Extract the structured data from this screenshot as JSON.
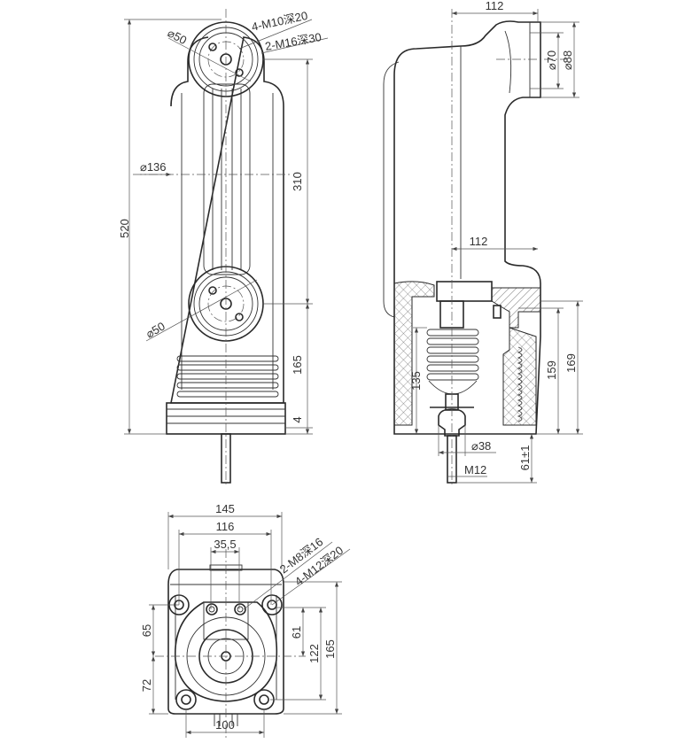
{
  "front_view": {
    "hole_callout_top": "4-M10深20",
    "bolt_callout_top": "2-M16深30",
    "dia_top_terminal": "⌀50",
    "dia_body": "⌀136",
    "dia_lower_terminal": "⌀50",
    "overall_height": "520",
    "terminal_spacing": "310",
    "lower_to_base": "165",
    "base_thickness": "4"
  },
  "side_view": {
    "top_offset": "112",
    "dia_inner": "⌀70",
    "dia_outer": "⌀88",
    "mid_offset": "112",
    "bellows_height": "135",
    "height_159": "159",
    "height_169": "169",
    "dia_rod_boss": "⌀38",
    "rod_extension": "61±1",
    "rod_thread": "M12"
  },
  "bottom_view": {
    "overall_width": "145",
    "hole_spacing_width": "116",
    "small_hole_spacing": "35,5",
    "small_hole_callout": "2-M8深16",
    "large_hole_callout": "4-M12深20",
    "upper_offset": "65",
    "lower_offset": "72",
    "small_to_center": "61",
    "hole_spacing_height": "122",
    "overall_height": "165",
    "bottom_hole_spacing": "100"
  }
}
